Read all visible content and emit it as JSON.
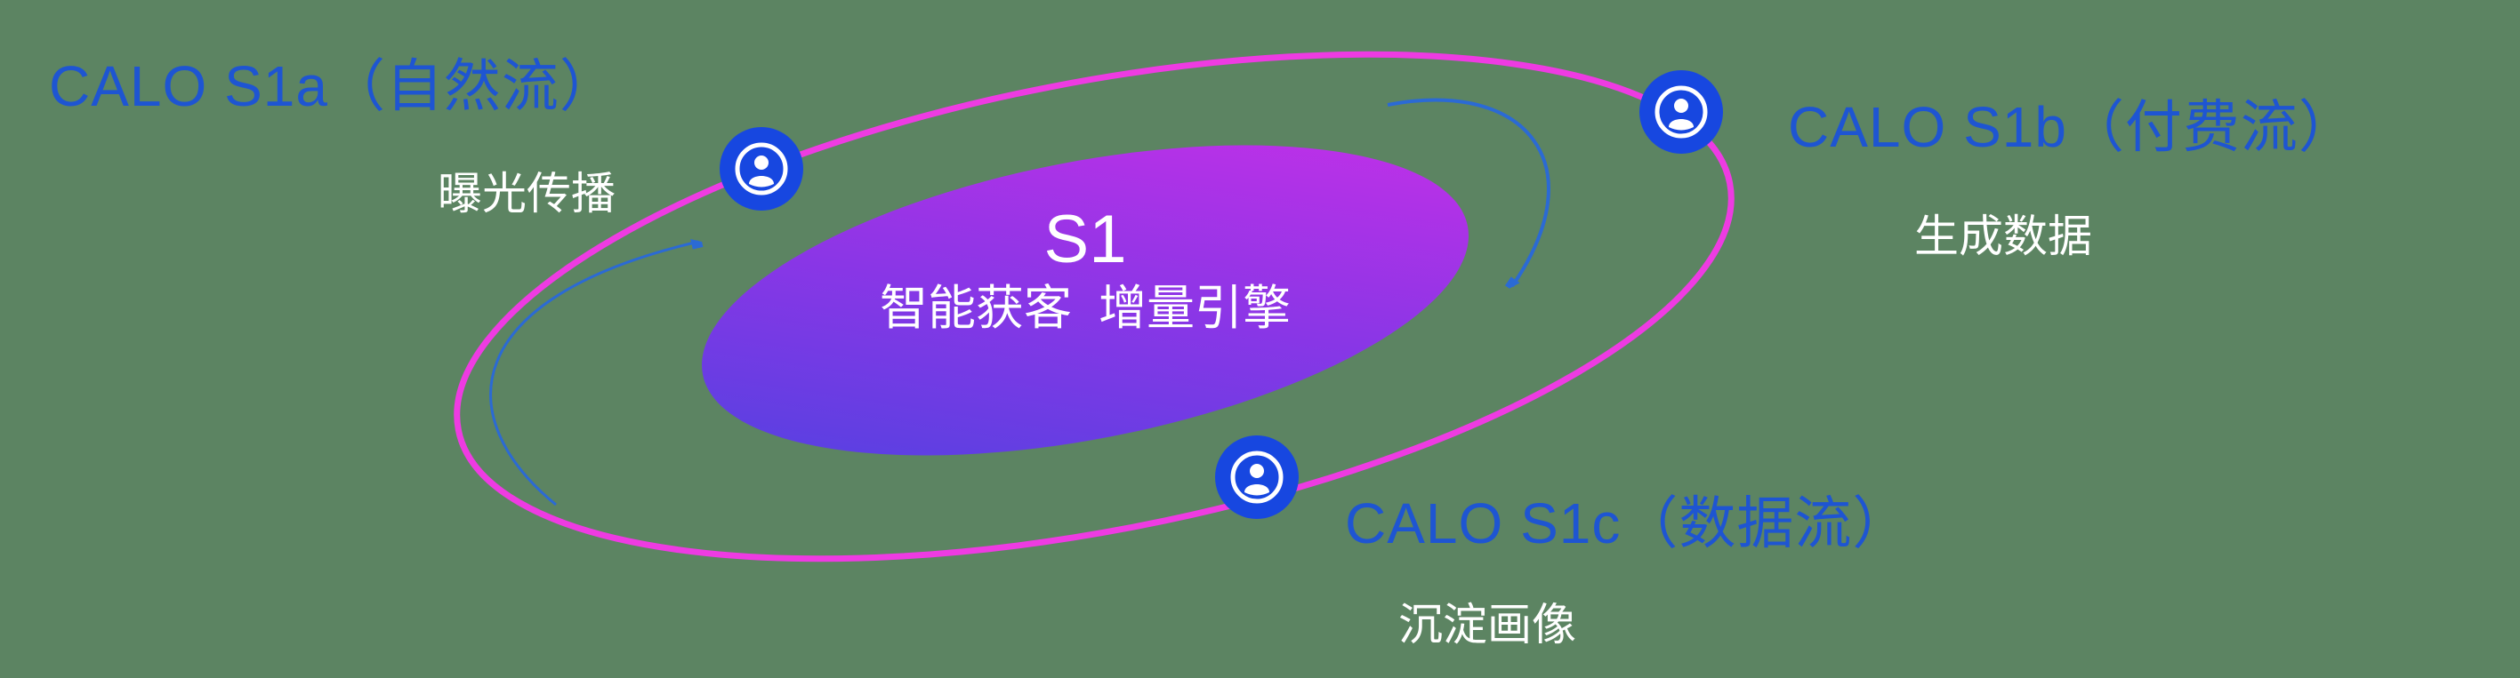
{
  "scene": {
    "background_color": "#5c8462",
    "type": "orbit-diagram"
  },
  "center": {
    "title": "S1",
    "subtitle": "智能获客  增量引擎"
  },
  "nodes": [
    {
      "id": "s1a",
      "title": "CALO S1a（自然流）",
      "subtitle": "曝光传播",
      "icon": "user-icon"
    },
    {
      "id": "s1b",
      "title": "CALO S1b（付费流）",
      "subtitle": "生成数据",
      "icon": "user-icon"
    },
    {
      "id": "s1c",
      "title": "CALO S1c（数据流）",
      "subtitle": "沉淀画像",
      "icon": "user-icon"
    }
  ],
  "colors": {
    "label_blue": "#1e55d2",
    "orbit_pink": "#ee3be2",
    "core_gradient_start": "#4b43e0",
    "core_gradient_mid": "#8a36e6",
    "core_gradient_end": "#cc2fe8",
    "icon_blue": "#1747e0",
    "arrow_blue": "#2b6ad4",
    "text_white": "#ffffff"
  }
}
